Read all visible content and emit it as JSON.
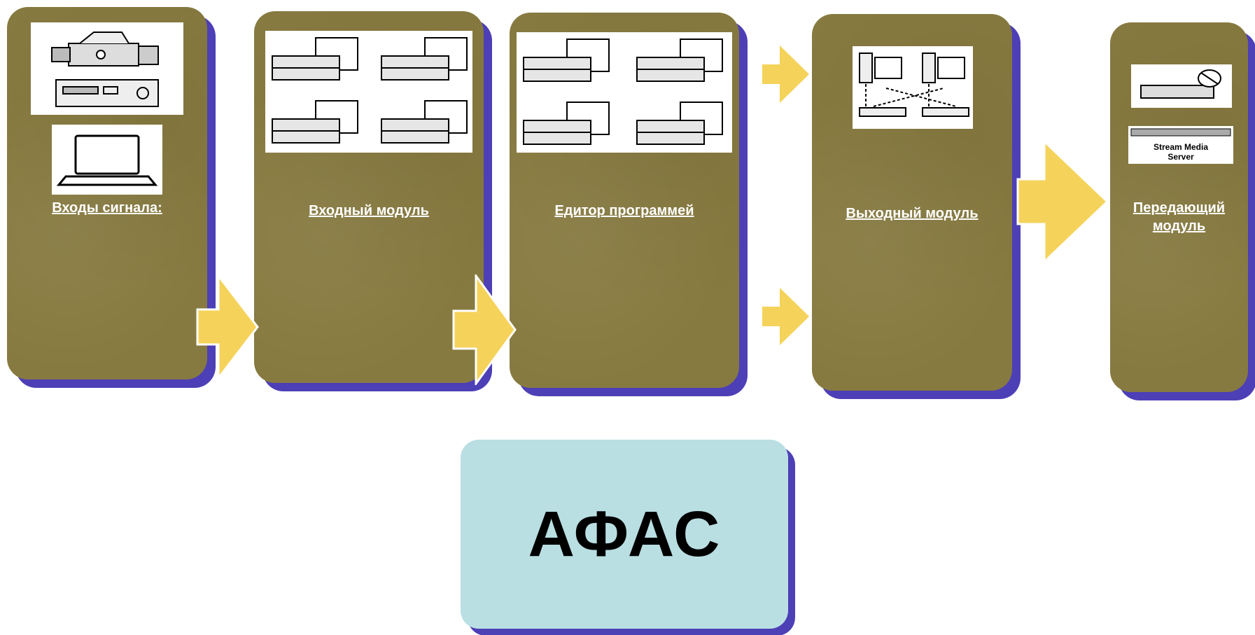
{
  "blocks": [
    {
      "label": "Входы сигнала:",
      "icons": [
        "video-camera-icon",
        "vcr-deck-icon",
        "laptop-icon"
      ]
    },
    {
      "label": "Входный  модуль",
      "icons": [
        "workstation-grid-icon"
      ]
    },
    {
      "label": "Едитор программей",
      "icons": [
        "workstation-grid-icon"
      ]
    },
    {
      "label": "Выходный  модуль",
      "icons": [
        "network-computers-icon"
      ]
    },
    {
      "label": "Передающий модуль",
      "icons": [
        "satellite-receiver-icon",
        "stream-server-icon"
      ]
    }
  ],
  "stream_server_text": "Stream Media Server",
  "center": {
    "title": "АФАС"
  },
  "colors": {
    "block_fill": "#877a40",
    "block_shadow": "#4d3fb6",
    "arrow_fill": "#f5d35a",
    "center_fill": "#b9dfe3"
  }
}
